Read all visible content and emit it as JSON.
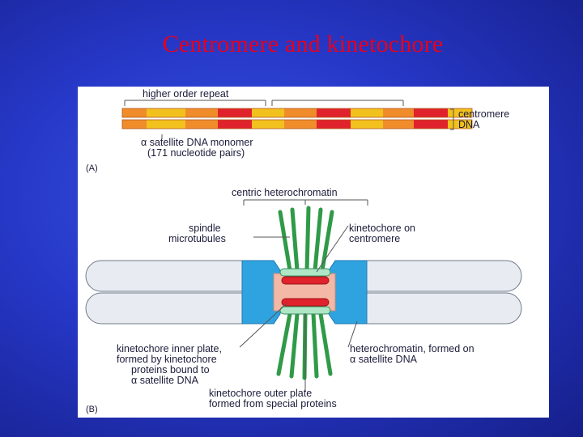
{
  "slide": {
    "title": "Centromere and kinetochore"
  },
  "panel_a": {
    "panel_label": "(A)",
    "higher_order_repeat": "higher order repeat",
    "centromere_dna_line1": "centromere",
    "centromere_dna_line2": "DNA",
    "monomer_line1": "α satellite DNA monomer",
    "monomer_line2": "(171 nucleotide pairs)",
    "colors": {
      "red": "#e0222c",
      "yellow": "#f2c11d",
      "orange": "#f08c2a"
    }
  },
  "panel_b": {
    "panel_label": "(B)",
    "centric_heterochromatin": "centric heterochromatin",
    "spindle_line1": "spindle",
    "spindle_line2": "microtubules",
    "kinetochore_on_line1": "kinetochore on",
    "kinetochore_on_line2": "centromere",
    "inner_plate_line1": "kinetochore inner plate,",
    "inner_plate_line2": "formed by kinetochore",
    "inner_plate_line3": "proteins bound to",
    "inner_plate_line4": "α satellite DNA",
    "heterochromatin_line1": "heterochromatin, formed on",
    "heterochromatin_line2": "α satellite DNA",
    "outer_plate_line1": "kinetochore outer plate",
    "outer_plate_line2": "formed from special proteins",
    "colors": {
      "arm": "#e8ecf2",
      "blue": "#2ea3e0",
      "pink": "#f3b9a6",
      "green": "#2f9a47",
      "mint": "#aee6c6",
      "red": "#e0222c"
    }
  }
}
